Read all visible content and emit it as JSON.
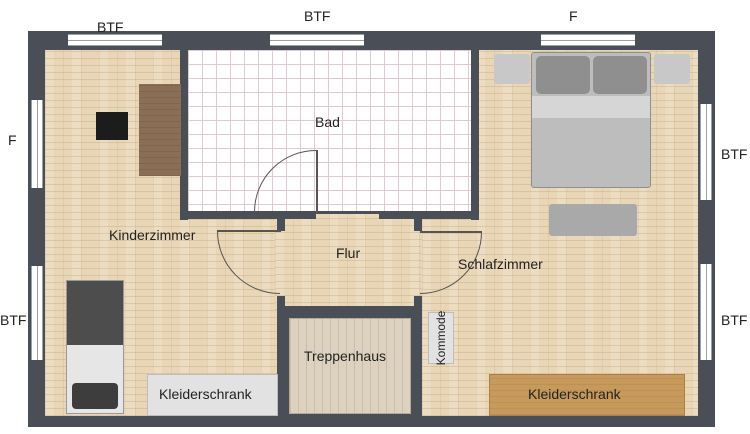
{
  "window_labels": {
    "top_left": "BTF",
    "top_center": "BTF",
    "top_right": "F",
    "left_upper": "F",
    "left_lower": "BTF",
    "right_upper": "BTF",
    "right_lower": "BTF"
  },
  "rooms": {
    "bad": "Bad",
    "kinderzimmer": "Kinderzimmer",
    "flur": "Flur",
    "schlafzimmer": "Schlafzimmer",
    "treppenhaus": "Treppenhaus"
  },
  "furniture": {
    "wardrobe_left": "Kleiderschrank",
    "wardrobe_right": "Kleiderschrank",
    "dresser": "Kommode"
  },
  "colors": {
    "wall": "#4a4f57",
    "floor_wood": "#e9d6b6",
    "bed_grey": "#bdbdbd",
    "wardrobe_wood": "#c79a5c"
  }
}
